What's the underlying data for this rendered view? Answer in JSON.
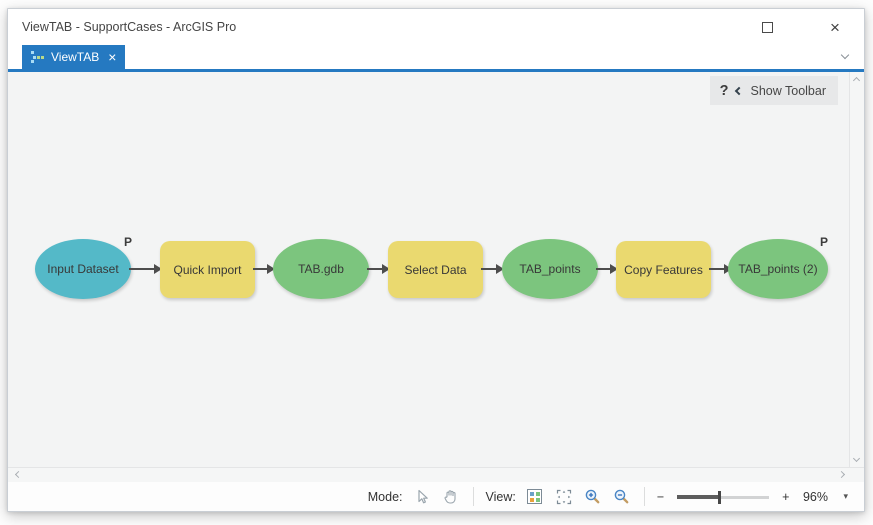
{
  "window": {
    "title": "ViewTAB - SupportCases - ArcGIS Pro",
    "close_glyph": "×"
  },
  "tab": {
    "label": "ViewTAB",
    "close_glyph": "×"
  },
  "toolbar_toggle": {
    "help_glyph": "?",
    "label": "Show Toolbar"
  },
  "model": {
    "nodes": [
      {
        "label": "Input Dataset",
        "type": "input-variable",
        "badge": "P",
        "color": "#54b9c8"
      },
      {
        "label": "Quick Import",
        "type": "tool",
        "color": "#ead96f"
      },
      {
        "label": "TAB.gdb",
        "type": "derived-data",
        "color": "#7cc57e"
      },
      {
        "label": "Select Data",
        "type": "tool",
        "color": "#ead96f"
      },
      {
        "label": "TAB_points",
        "type": "derived-data",
        "color": "#7cc57e"
      },
      {
        "label": "Copy Features",
        "type": "tool",
        "color": "#ead96f"
      },
      {
        "label": "TAB_points (2)",
        "type": "derived-data",
        "badge": "P",
        "color": "#7cc57e"
      }
    ],
    "arrow_color": "#4d4d4d"
  },
  "statusbar": {
    "mode_label": "Mode:",
    "view_label": "View:",
    "minus_glyph": "−",
    "plus_glyph": "+",
    "zoom_value": "96%",
    "caret_glyph": "▾"
  },
  "colors": {
    "accent_blue": "#2579c1",
    "input_variable": "#54b9c8",
    "tool_fill": "#ead96f",
    "derived_data": "#7cc57e"
  }
}
